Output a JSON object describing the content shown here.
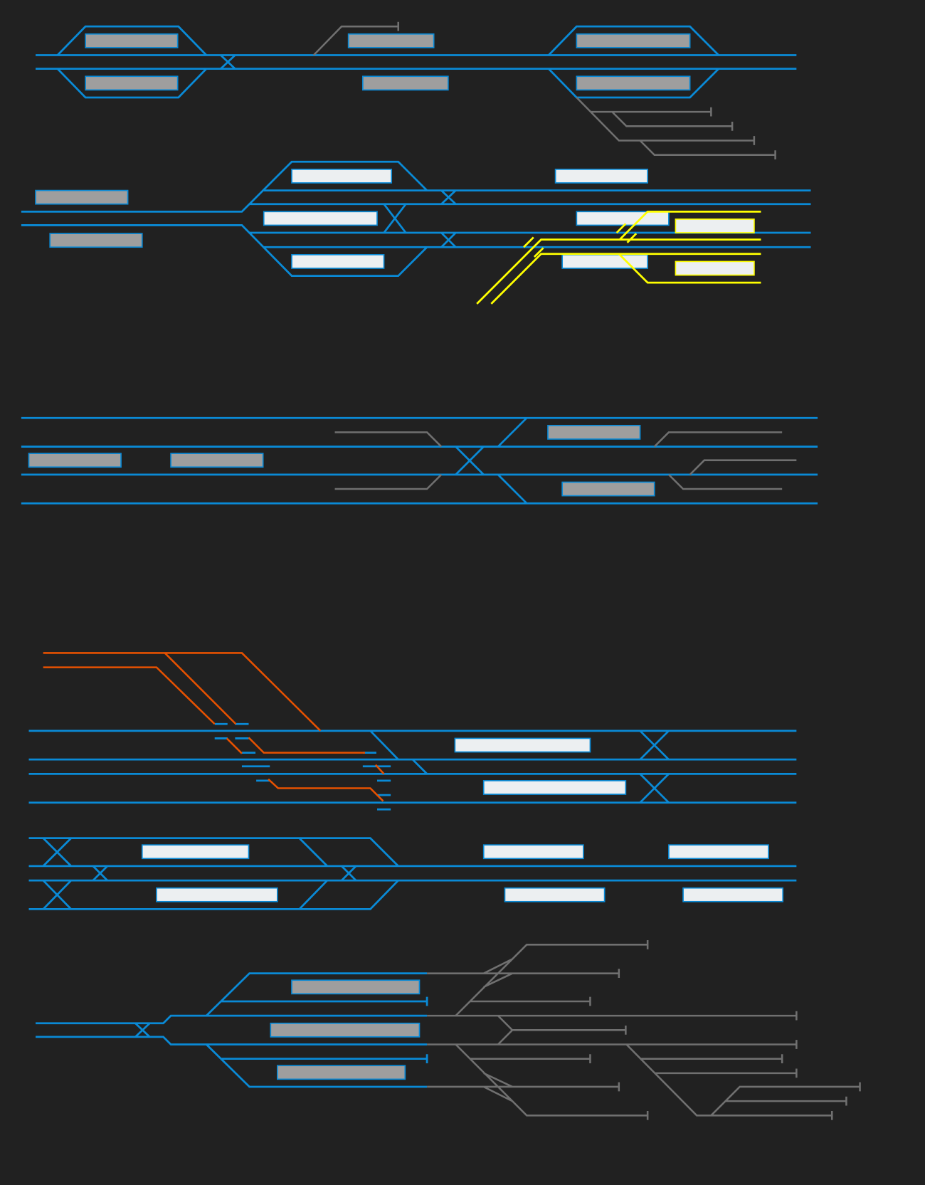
{
  "colors": {
    "background": "#212121",
    "track_active": "#0a8ad6",
    "track_inactive": "#707070",
    "platform_inactive": "#9e9e9e",
    "platform_active": "#eceff1",
    "route_selected": "#ffff00",
    "route_conflict": "#e65100"
  },
  "legend_icons": [
    "track-line",
    "crossover",
    "buffer-stop",
    "platform"
  ]
}
